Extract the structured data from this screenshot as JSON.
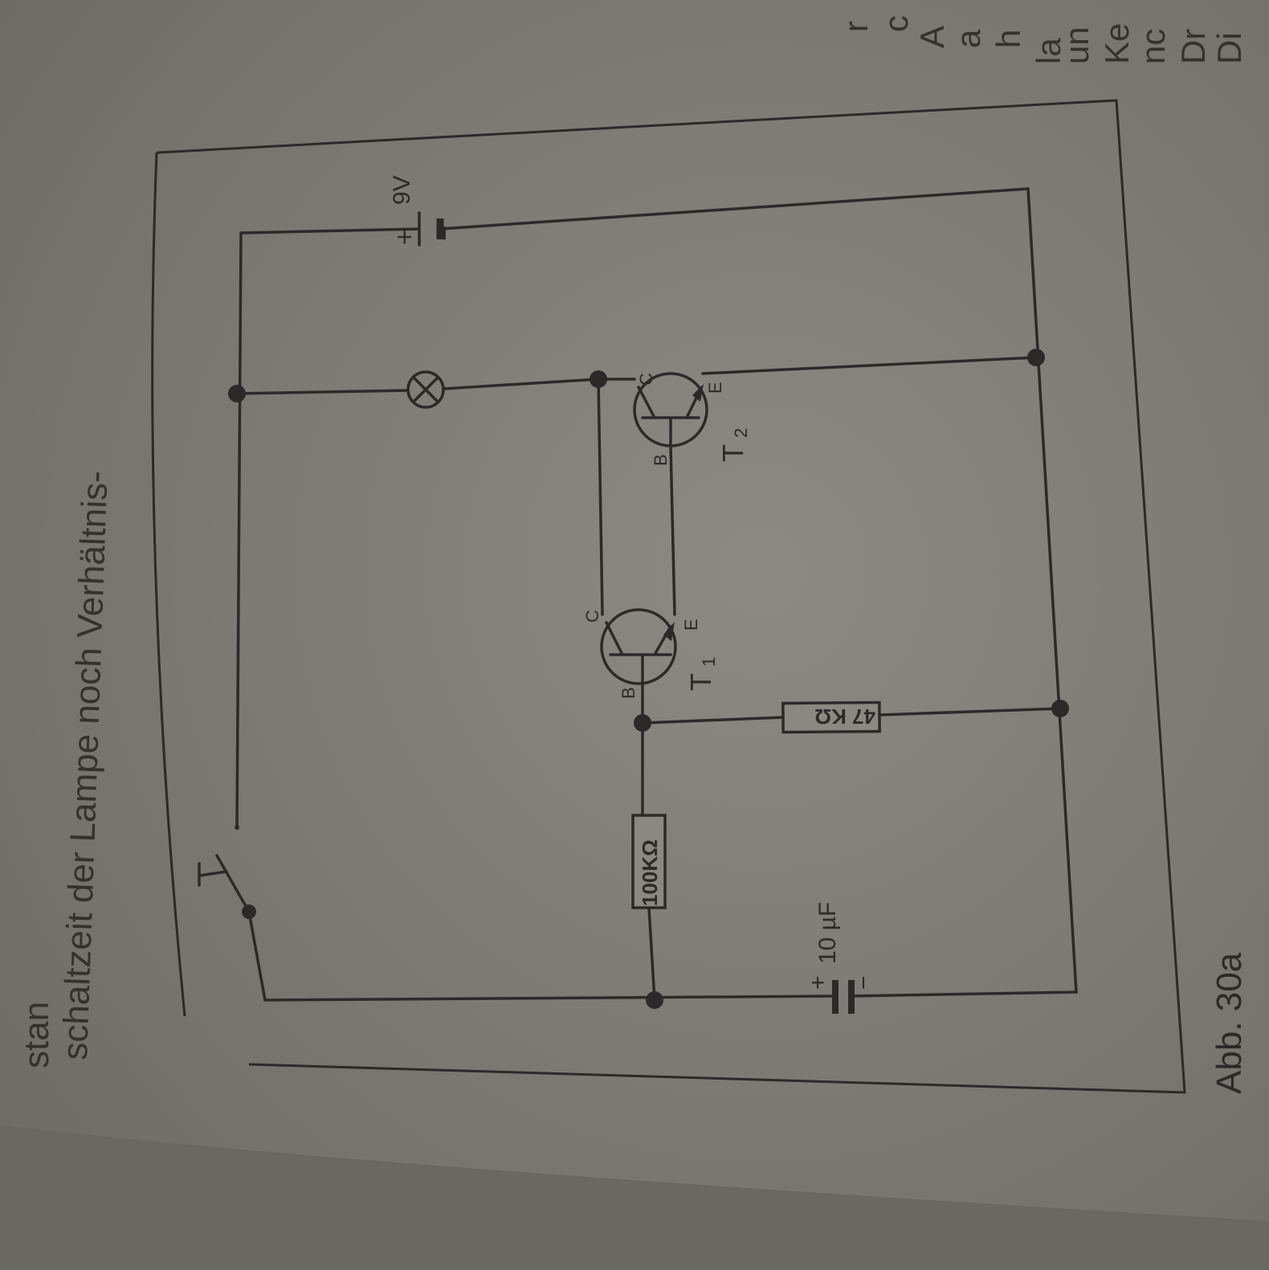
{
  "page_text": {
    "top_lines": [
      "stan",
      "schaltzeit der Lampe noch Verhältnis-"
    ],
    "right_column_fragments": [
      "Di",
      "Dr",
      "nc",
      "Ke",
      "un",
      "la",
      "h",
      "a",
      "A",
      "c",
      "r"
    ]
  },
  "figure": {
    "caption": "Abb. 30a",
    "components": {
      "battery": {
        "label": "9V",
        "plus": "+",
        "minus": "−"
      },
      "capacitor": {
        "label": "10 µF",
        "plus": "+",
        "minus": "−"
      },
      "resistor_1": {
        "label": "100KΩ"
      },
      "resistor_2": {
        "label": "47 KΩ"
      },
      "transistor_1": {
        "label": "T",
        "sub": "1",
        "base": "B",
        "collector": "C",
        "emitter": "E"
      },
      "transistor_2": {
        "label": "T",
        "sub": "2",
        "base": "B",
        "collector": "C",
        "emitter": "E"
      },
      "lamp": {
        "icon": "lamp-icon"
      },
      "switch": {
        "icon": "push-button-switch-icon"
      }
    }
  },
  "colors": {
    "paper": "#807e78",
    "ink": "#2c2a28"
  }
}
